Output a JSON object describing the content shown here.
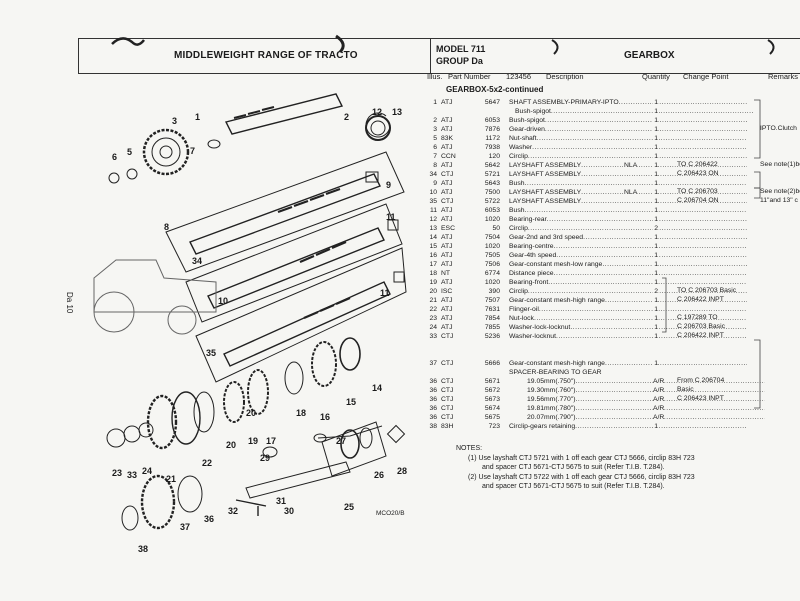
{
  "header": {
    "range_title": "MIDDLEWEIGHT RANGE OF TRACTO",
    "model_line1": "MODEL 711",
    "model_line2": "GROUP Da",
    "section_title": "GEARBOX"
  },
  "columns": {
    "illus": "Illus.",
    "part_number": "Part Number",
    "code": "123456",
    "description": "Description",
    "quantity": "Quantity",
    "change_point": "Change Point",
    "remarks": "Remarks"
  },
  "subheading": "GEARBOX-5x2-continued",
  "side_label": "Da 10",
  "drawing_code": "MCO20/B",
  "parts": [
    {
      "no": "1",
      "pfx": "ATJ",
      "num": "5647",
      "desc": "SHAFT ASSEMBLY-PRIMARY-IPTO",
      "qty": "1",
      "flag": ""
    },
    {
      "no": "",
      "pfx": "",
      "num": "",
      "desc": "Bush-spigot",
      "qty": "1",
      "flag": ""
    },
    {
      "no": "2",
      "pfx": "ATJ",
      "num": "6053",
      "desc": "Bush-spigot",
      "qty": "1",
      "flag": ""
    },
    {
      "no": "3",
      "pfx": "ATJ",
      "num": "7876",
      "desc": "Gear-driven",
      "qty": "1",
      "flag": ""
    },
    {
      "no": "5",
      "pfx": "83K",
      "num": "1172",
      "desc": "Nut-shaft",
      "qty": "1",
      "flag": ""
    },
    {
      "no": "6",
      "pfx": "ATJ",
      "num": "7938",
      "desc": "Washer",
      "qty": "1",
      "flag": ""
    },
    {
      "no": "7",
      "pfx": "CCN",
      "num": "120",
      "desc": "Circlip",
      "qty": "1",
      "flag": ""
    },
    {
      "no": "8",
      "pfx": "ATJ",
      "num": "5642",
      "desc": "LAYSHAFT ASSEMBLY",
      "qty": "1",
      "flag": "NLA"
    },
    {
      "no": "34",
      "pfx": "CTJ",
      "num": "5721",
      "desc": "LAYSHAFT ASSEMBLY",
      "qty": "1",
      "flag": ""
    },
    {
      "no": "9",
      "pfx": "ATJ",
      "num": "5643",
      "desc": "Bush",
      "qty": "1",
      "flag": ""
    },
    {
      "no": "10",
      "pfx": "ATJ",
      "num": "7500",
      "desc": "LAYSHAFT ASSEMBLY",
      "qty": "1",
      "flag": "NLA"
    },
    {
      "no": "35",
      "pfx": "CTJ",
      "num": "5722",
      "desc": "LAYSHAFT ASSEMBLY",
      "qty": "1",
      "flag": ""
    },
    {
      "no": "11",
      "pfx": "ATJ",
      "num": "6053",
      "desc": "Bush",
      "qty": "1",
      "flag": ""
    },
    {
      "no": "12",
      "pfx": "ATJ",
      "num": "1020",
      "desc": "Bearing-rear",
      "qty": "1",
      "flag": ""
    },
    {
      "no": "13",
      "pfx": "ESC",
      "num": "50",
      "desc": "Circlip",
      "qty": "2",
      "flag": ""
    },
    {
      "no": "14",
      "pfx": "ATJ",
      "num": "7504",
      "desc": "Gear-2nd and 3rd speed",
      "qty": "1",
      "flag": ""
    },
    {
      "no": "15",
      "pfx": "ATJ",
      "num": "1020",
      "desc": "Bearing-centre",
      "qty": "1",
      "flag": ""
    },
    {
      "no": "16",
      "pfx": "ATJ",
      "num": "7505",
      "desc": "Gear-4th speed",
      "qty": "1",
      "flag": ""
    },
    {
      "no": "17",
      "pfx": "ATJ",
      "num": "7506",
      "desc": "Gear-constant mesh-low range",
      "qty": "1",
      "flag": ""
    },
    {
      "no": "18",
      "pfx": "NT",
      "num": "6774",
      "desc": "Distance piece",
      "qty": "1",
      "flag": ""
    },
    {
      "no": "19",
      "pfx": "ATJ",
      "num": "1020",
      "desc": "Bearing-front",
      "qty": "1",
      "flag": ""
    },
    {
      "no": "20",
      "pfx": "ISC",
      "num": "390",
      "desc": "Circlip",
      "qty": "2",
      "flag": ""
    },
    {
      "no": "21",
      "pfx": "ATJ",
      "num": "7507",
      "desc": "Gear-constant mesh-high range",
      "qty": "1",
      "flag": ""
    },
    {
      "no": "22",
      "pfx": "ATJ",
      "num": "7631",
      "desc": "Flinger-oil",
      "qty": "1",
      "flag": ""
    },
    {
      "no": "23",
      "pfx": "ATJ",
      "num": "7854",
      "desc": "Nut-lock",
      "qty": "1",
      "flag": ""
    },
    {
      "no": "24",
      "pfx": "ATJ",
      "num": "7855",
      "desc": "Washer-lock-locknut",
      "qty": "1",
      "flag": ""
    },
    {
      "no": "33",
      "pfx": "CTJ",
      "num": "5236",
      "desc": "Washer-locknut",
      "qty": "1",
      "flag": ""
    },
    {
      "no": "37",
      "pfx": "CTJ",
      "num": "5666",
      "desc": "Gear-constant mesh-high range",
      "qty": "1",
      "flag": ""
    },
    {
      "no": "",
      "pfx": "",
      "num": "",
      "desc": "SPACER-BEARING TO GEAR",
      "qty": "",
      "flag": ""
    },
    {
      "no": "36",
      "pfx": "CTJ",
      "num": "5671",
      "desc": "19.05mm(.750\")",
      "qty": "",
      "flag": "A/R"
    },
    {
      "no": "36",
      "pfx": "CTJ",
      "num": "5672",
      "desc": "19.30mm(.760\")",
      "qty": "",
      "flag": "A/R"
    },
    {
      "no": "36",
      "pfx": "CTJ",
      "num": "5673",
      "desc": "19.56mm(.770\")",
      "qty": "",
      "flag": "A/R"
    },
    {
      "no": "36",
      "pfx": "CTJ",
      "num": "5674",
      "desc": "19.81mm(.780\")",
      "qty": "",
      "flag": "A/R"
    },
    {
      "no": "36",
      "pfx": "CTJ",
      "num": "5675",
      "desc": "20.07mm(.790\")",
      "qty": "",
      "flag": "A/R"
    },
    {
      "no": "38",
      "pfx": "83H",
      "num": "723",
      "desc": "Circlip-gears retaining",
      "qty": "1",
      "flag": ""
    }
  ],
  "change_points": [
    {
      "text": "TO C 206422",
      "row": 7
    },
    {
      "text": "C 206423 ON",
      "row": 8
    },
    {
      "text": "TO C 206703",
      "row": 10
    },
    {
      "text": "C 206704 ON",
      "row": 11
    },
    {
      "text": "TO C 206703 Basic",
      "row": 21
    },
    {
      "text": "C 206422 INPT",
      "row": 22
    },
    {
      "text": "C 197289 TO",
      "row": 24
    },
    {
      "text": "C 206703 Basic",
      "row": 25
    },
    {
      "text": "C 206422 INPT",
      "row": 26
    },
    {
      "text": "From C 206704",
      "row": 29
    },
    {
      "text": "Basic",
      "row": 30
    },
    {
      "text": "C 206423 INPT",
      "row": 31
    }
  ],
  "remarks": [
    {
      "text": "IPTO.Clutch",
      "row": 3
    },
    {
      "text": "See note(1)be",
      "row": 7
    },
    {
      "text": "See note(2)be",
      "row": 10
    },
    {
      "text": "11\"and 13\" c",
      "row": 11
    }
  ],
  "notes": {
    "heading": "NOTES:",
    "lines": [
      "(1) Use layshaft CTJ 5721 with 1 off each gear CTJ 5666, circlip 83H 723",
      "and spacer CTJ 5671-CTJ 5675 to suit (Refer T.I.B. T.284).",
      "(2) Use layshaft CTJ 5722 with 1 off each gear CTJ 5666, circlip 83H 723",
      "and spacer CTJ 5671-CTJ 5675 to suit (Refer T.I.B. T.284)."
    ]
  },
  "callouts": [
    "1",
    "2",
    "3",
    "5",
    "6",
    "7",
    "8",
    "9",
    "10",
    "11",
    "11",
    "12",
    "13",
    "14",
    "15",
    "16",
    "17",
    "18",
    "19",
    "20",
    "20",
    "21",
    "22",
    "23",
    "24",
    "25",
    "26",
    "27",
    "28",
    "29",
    "30",
    "31",
    "32",
    "33",
    "34",
    "35",
    "36",
    "37",
    "38"
  ]
}
